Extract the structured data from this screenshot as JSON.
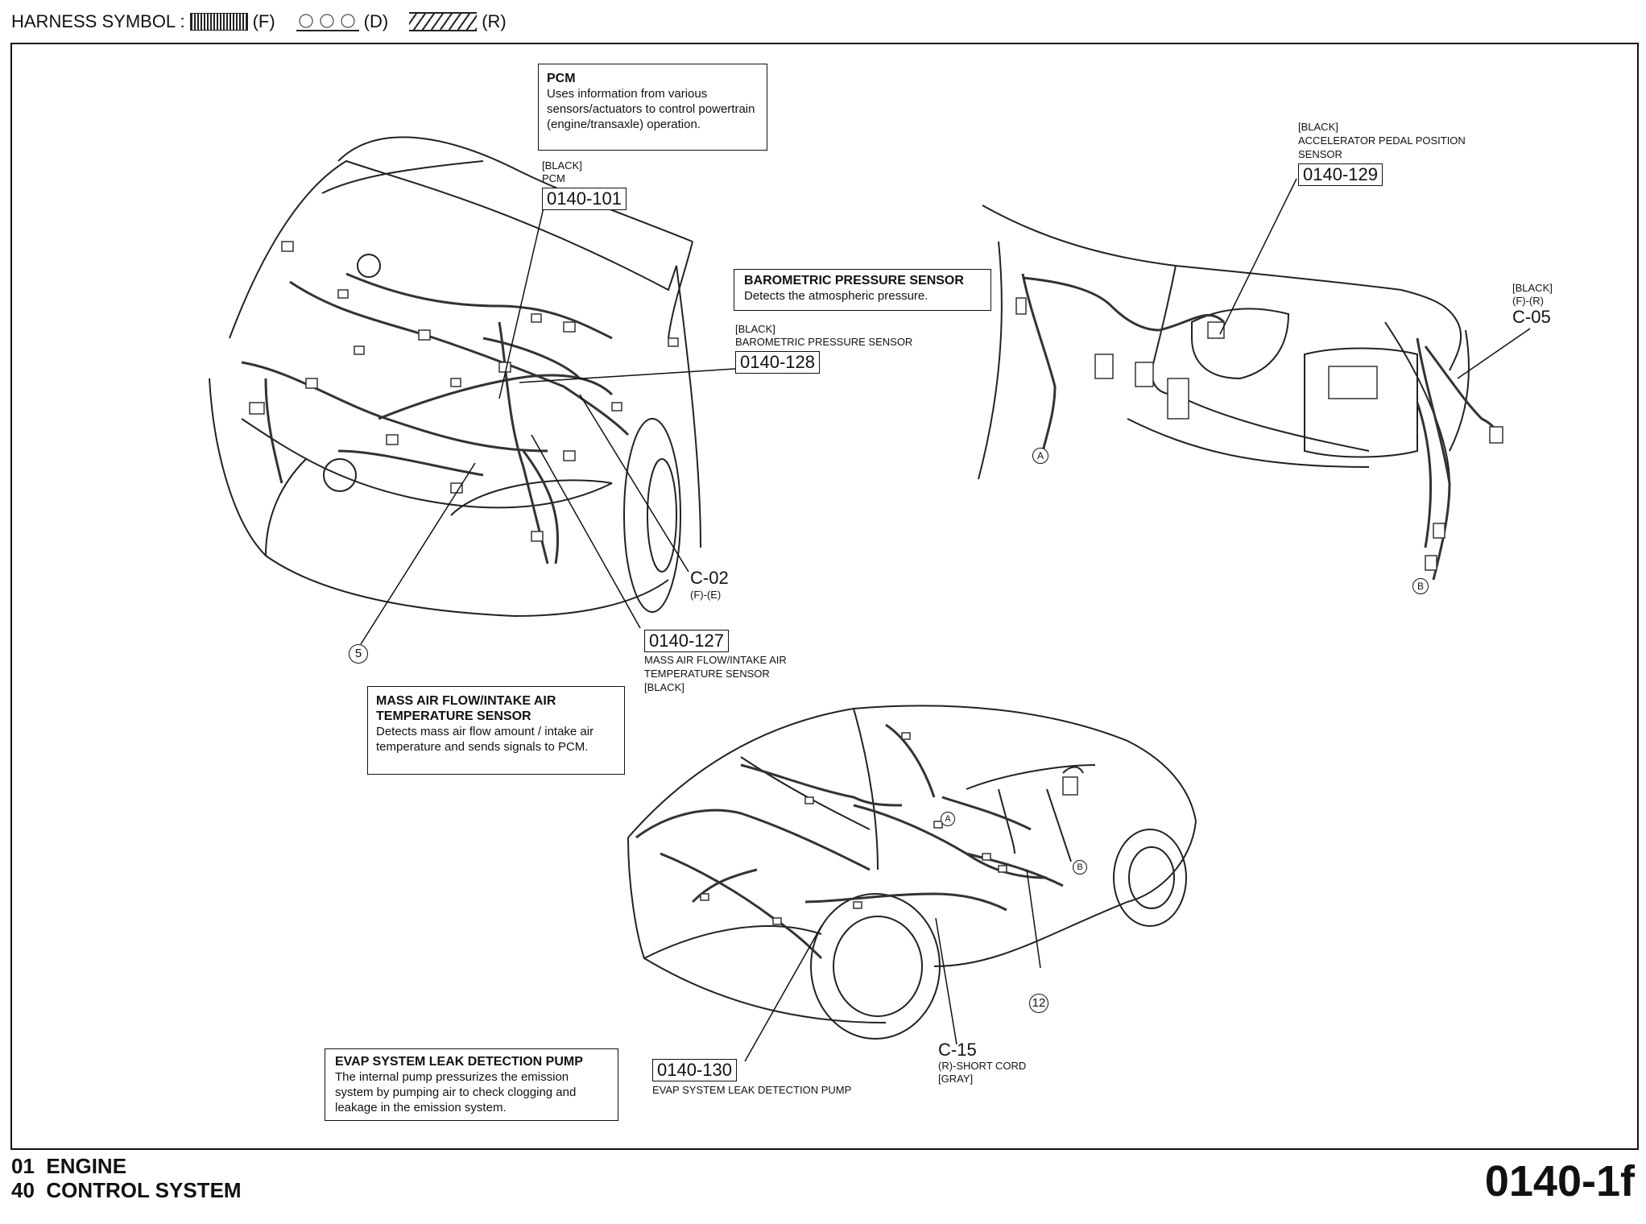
{
  "legend": {
    "prefix": "HARNESS SYMBOL :",
    "f": "(F)",
    "d": "(D)",
    "r": "(R)"
  },
  "pcm_box": {
    "title": "PCM",
    "body": "Uses information from various sensors/actuators to control powertrain (engine/transaxle) operation."
  },
  "pcm_label": {
    "color": "[BLACK]",
    "name": "PCM",
    "code": "0140-101"
  },
  "baro_box": {
    "title": "BAROMETRIC PRESSURE SENSOR",
    "body": "Detects the atmospheric pressure."
  },
  "baro_label": {
    "color": "[BLACK]",
    "name": "BAROMETRIC PRESSURE SENSOR",
    "code": "0140-128"
  },
  "app_label": {
    "color": "[BLACK]",
    "name1": "ACCELERATOR PEDAL POSITION",
    "name2": "SENSOR",
    "code": "0140-129"
  },
  "c05": {
    "color": "[BLACK]",
    "type": "(F)-(R)",
    "id": "C-05"
  },
  "c02": {
    "id": "C-02",
    "type": "(F)-(E)"
  },
  "maf_label": {
    "code": "0140-127",
    "name1": "MASS AIR FLOW/INTAKE AIR",
    "name2": "TEMPERATURE SENSOR",
    "color": "[BLACK]"
  },
  "maf_box": {
    "title": "MASS AIR FLOW/INTAKE AIR TEMPERATURE SENSOR",
    "body": "Detects mass air flow amount / intake air temperature and sends signals to PCM."
  },
  "callout_5": "5",
  "callout_12": "12",
  "callout_a": "A",
  "callout_b": "B",
  "evap_box": {
    "title": "EVAP SYSTEM LEAK DETECTION PUMP",
    "body": "The internal pump pressurizes the emission system by pumping air to check clogging and leakage in the emission system."
  },
  "evap_label": {
    "code": "0140-130",
    "name": "EVAP SYSTEM LEAK DETECTION PUMP"
  },
  "c15": {
    "id": "C-15",
    "type": "(R)-SHORT CORD",
    "color": "[GRAY]"
  },
  "footer": {
    "line1": "01  ENGINE",
    "line2": "40  CONTROL SYSTEM",
    "page": "0140-1f"
  }
}
